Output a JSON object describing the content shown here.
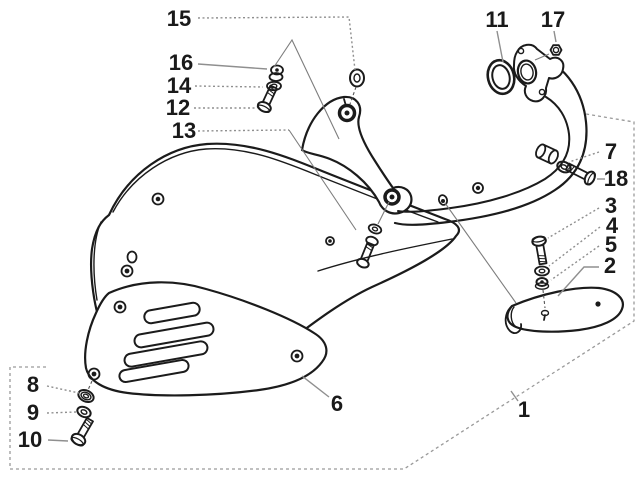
{
  "figure": {
    "kind": "exploded-parts-diagram",
    "background_color": "#ffffff",
    "line_color": "#1b1b1b",
    "leader_color": "#8f8f8f",
    "border_color": "#9a9a9a"
  },
  "callouts": {
    "n1": "1",
    "n2": "2",
    "n3": "3",
    "n4": "4",
    "n5": "5",
    "n6": "6",
    "n7": "7",
    "n8": "8",
    "n9": "9",
    "n10": "10",
    "n11": "11",
    "n12": "12",
    "n13": "13",
    "n14": "14",
    "n15": "15",
    "n16": "16",
    "n17": "17",
    "n18": "18"
  }
}
